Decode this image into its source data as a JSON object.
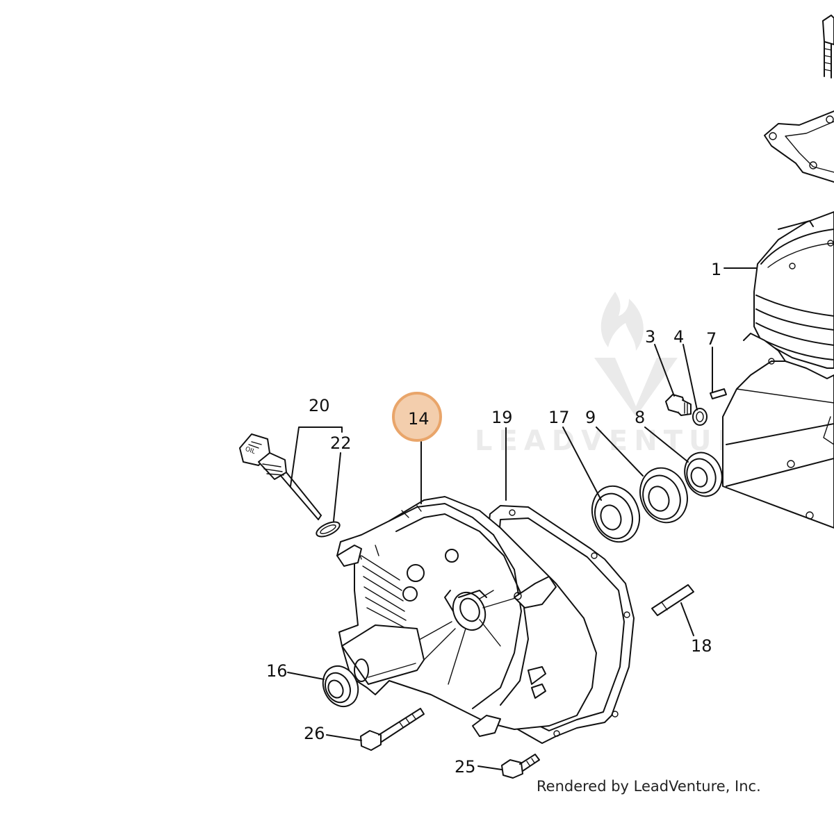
{
  "watermark": {
    "text": "LEADVENTURE"
  },
  "footer": {
    "credit": "Rendered by LeadVenture, Inc."
  },
  "highlight": {
    "label": "14",
    "color": "#E9A56A"
  },
  "callouts": {
    "c1": "1",
    "c3": "3",
    "c4": "4",
    "c7": "7",
    "c8": "8",
    "c9": "9",
    "c14": "14",
    "c16": "16",
    "c17": "17",
    "c18": "18",
    "c19": "19",
    "c20": "20",
    "c22": "22",
    "c25": "25",
    "c26": "26"
  },
  "dipstick_mark": "OIL"
}
